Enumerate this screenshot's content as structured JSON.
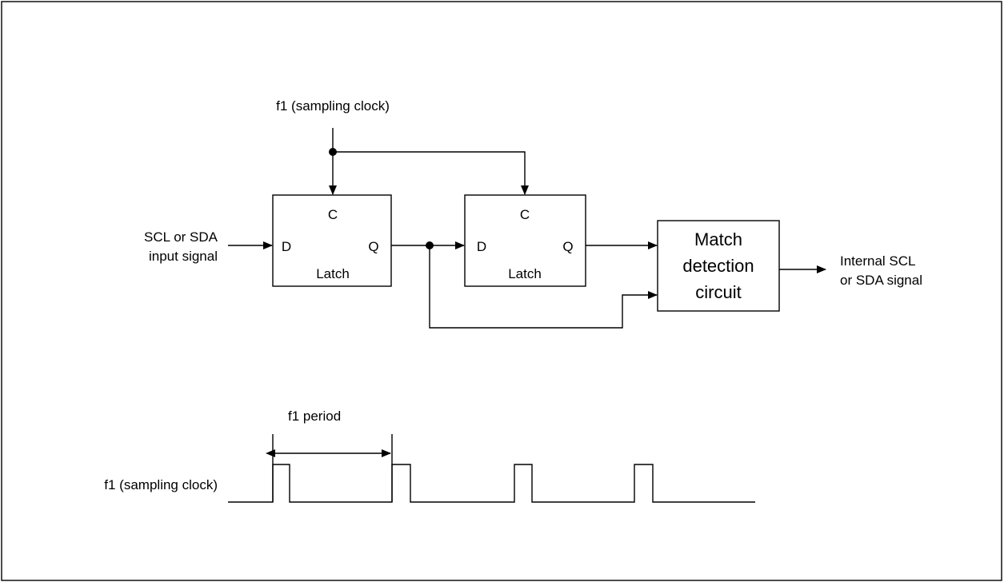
{
  "labels": {
    "clock_top": "f1 (sampling clock)",
    "input_line1": "SCL or SDA",
    "input_line2": "input signal",
    "latch1": {
      "c": "C",
      "d": "D",
      "q": "Q",
      "name": "Latch"
    },
    "latch2": {
      "c": "C",
      "d": "D",
      "q": "Q",
      "name": "Latch"
    },
    "match_line1": "Match",
    "match_line2": "detection",
    "match_line3": "circuit",
    "output_line1": "Internal SCL",
    "output_line2": "or SDA signal",
    "period": "f1 period",
    "clock_wave": "f1 (sampling clock)"
  }
}
